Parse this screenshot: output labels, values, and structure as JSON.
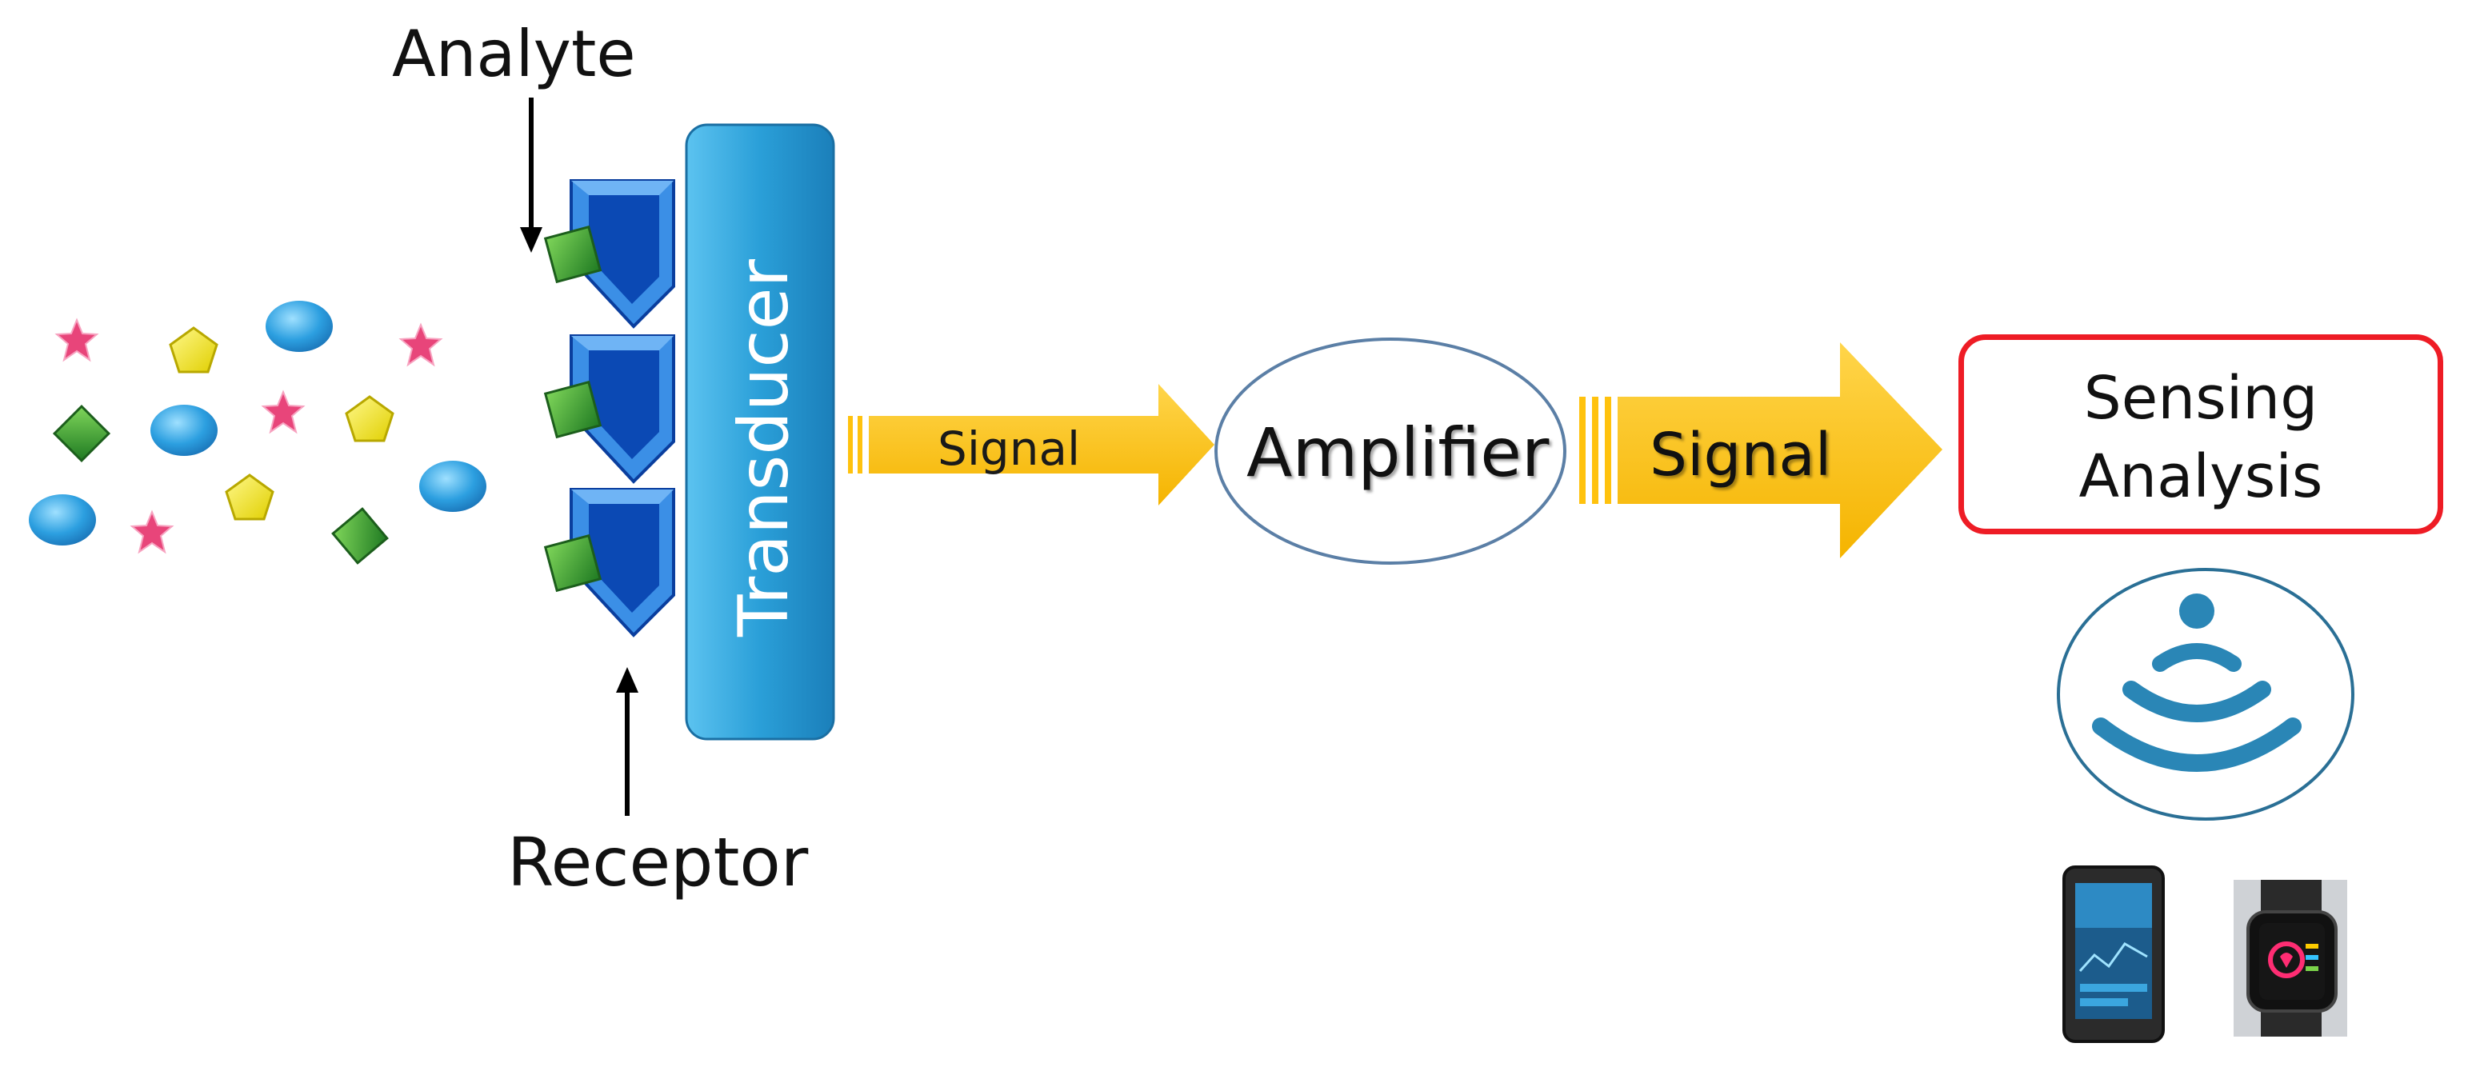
{
  "labels": {
    "analyte": "Analyte",
    "receptor": "Receptor",
    "transducer": "Transducer",
    "signal_small": "Signal",
    "amplifier": "Amplifier",
    "signal_large": "Signal",
    "sensing_line_1": "Sensing",
    "sensing_line_2": "Analysis"
  },
  "colors": {
    "transducer": "#2a9fd8",
    "receptor_outer": "#1e6fd4",
    "receptor_inner": "#0a3e9e",
    "analyte_cube": "#2e9e2e",
    "arrow": "#ffc20e",
    "star": "#e8457a",
    "pentagon": "#f7ec1d",
    "ellipse_blue": "#2c9fe0",
    "sensing_border": "#ee1c25",
    "wireless": "#2a86b6"
  },
  "icons": [
    "wireless-signal-icon",
    "smartphone-icon",
    "smartwatch-icon"
  ]
}
